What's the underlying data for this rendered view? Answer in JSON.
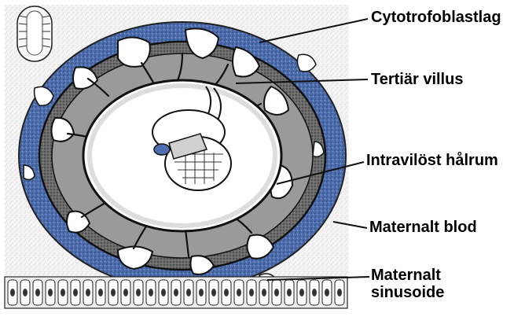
{
  "labels": [
    {
      "id": "cytotrophoblast",
      "text": "Cytotrofoblastlag"
    },
    {
      "id": "tertiary-villus",
      "text": "Tertiär villus"
    },
    {
      "id": "intervillous-space",
      "text": "Intravilöst hålrum"
    },
    {
      "id": "maternal-blood",
      "text": "Maternalt blod"
    },
    {
      "id": "maternal-sinusoid",
      "line1": "Maternalt",
      "line2": "sinusoide"
    }
  ],
  "colors": {
    "tissue_blue": "#4d6fb0",
    "dark_tissue": "#3a3a3a",
    "outline": "#111111",
    "background_speckle": "#bdbdbd"
  }
}
